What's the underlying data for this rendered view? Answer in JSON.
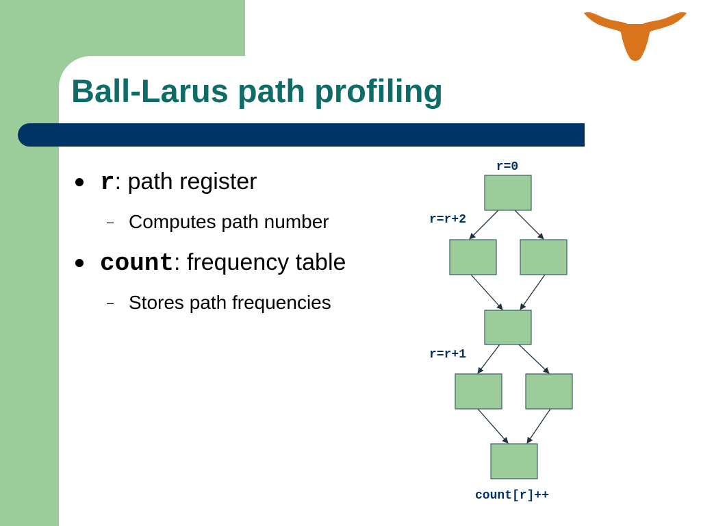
{
  "slide": {
    "title": "Ball-Larus path profiling",
    "colors": {
      "title": "#0e6b66",
      "title_bar": "#003366",
      "side_band": "#9ccc9a",
      "node_fill": "#9ccc9a",
      "code_label": "#003366",
      "logo": "#d9731c"
    },
    "logo_icon": "longhorn-logo-icon",
    "bullets": [
      {
        "code": "r",
        "text": ": path register",
        "sub": [
          "Computes path number"
        ]
      },
      {
        "code": "count",
        "text": ": frequency table",
        "sub": [
          "Stores path frequencies"
        ]
      }
    ]
  },
  "diagram": {
    "labels": {
      "init": "r=0",
      "first_increment": "r=r+2",
      "second_increment": "r=r+1",
      "count_update": "count[r]++"
    }
  }
}
